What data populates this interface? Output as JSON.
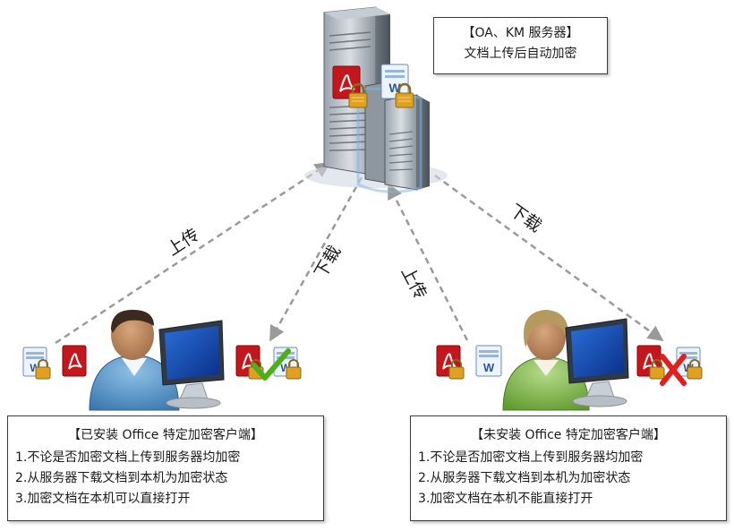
{
  "server": {
    "title": "【OA、KM 服务器】",
    "subtitle": "文档上传后自动加密"
  },
  "arrows": {
    "left_upload": "上传",
    "left_download": "下载",
    "right_upload": "上传",
    "right_download": "下载"
  },
  "client_left": {
    "title": "【已安装 Office 特定加密客户端】",
    "lines": [
      "1.不论是否加密文档上传到服务器均加密",
      "2.从服务器下载文档到本机为加密状态",
      "3.加密文档在本机可以直接打开"
    ]
  },
  "client_right": {
    "title": "【未安装 Office 特定加密客户端】",
    "lines": [
      "1.不论是否加密文档上传到服务器均加密",
      "2.从服务器下载文档到本机为加密状态",
      "3.加密文档在本机不能直接打开"
    ]
  },
  "icons": {
    "server": "server-icon",
    "pdf": "pdf-icon",
    "word": "word-doc-icon",
    "lock": "lock-icon",
    "check": "check-icon",
    "cross": "cross-icon",
    "user_male": "user-male-icon",
    "user_female": "user-female-icon",
    "monitor": "monitor-icon"
  },
  "colors": {
    "pdf_red": "#c4161c",
    "lock_gold": "#e0a020",
    "check_green": "#4caf1a",
    "cross_red": "#e02020",
    "arrow_gray": "#9a9a9a"
  }
}
